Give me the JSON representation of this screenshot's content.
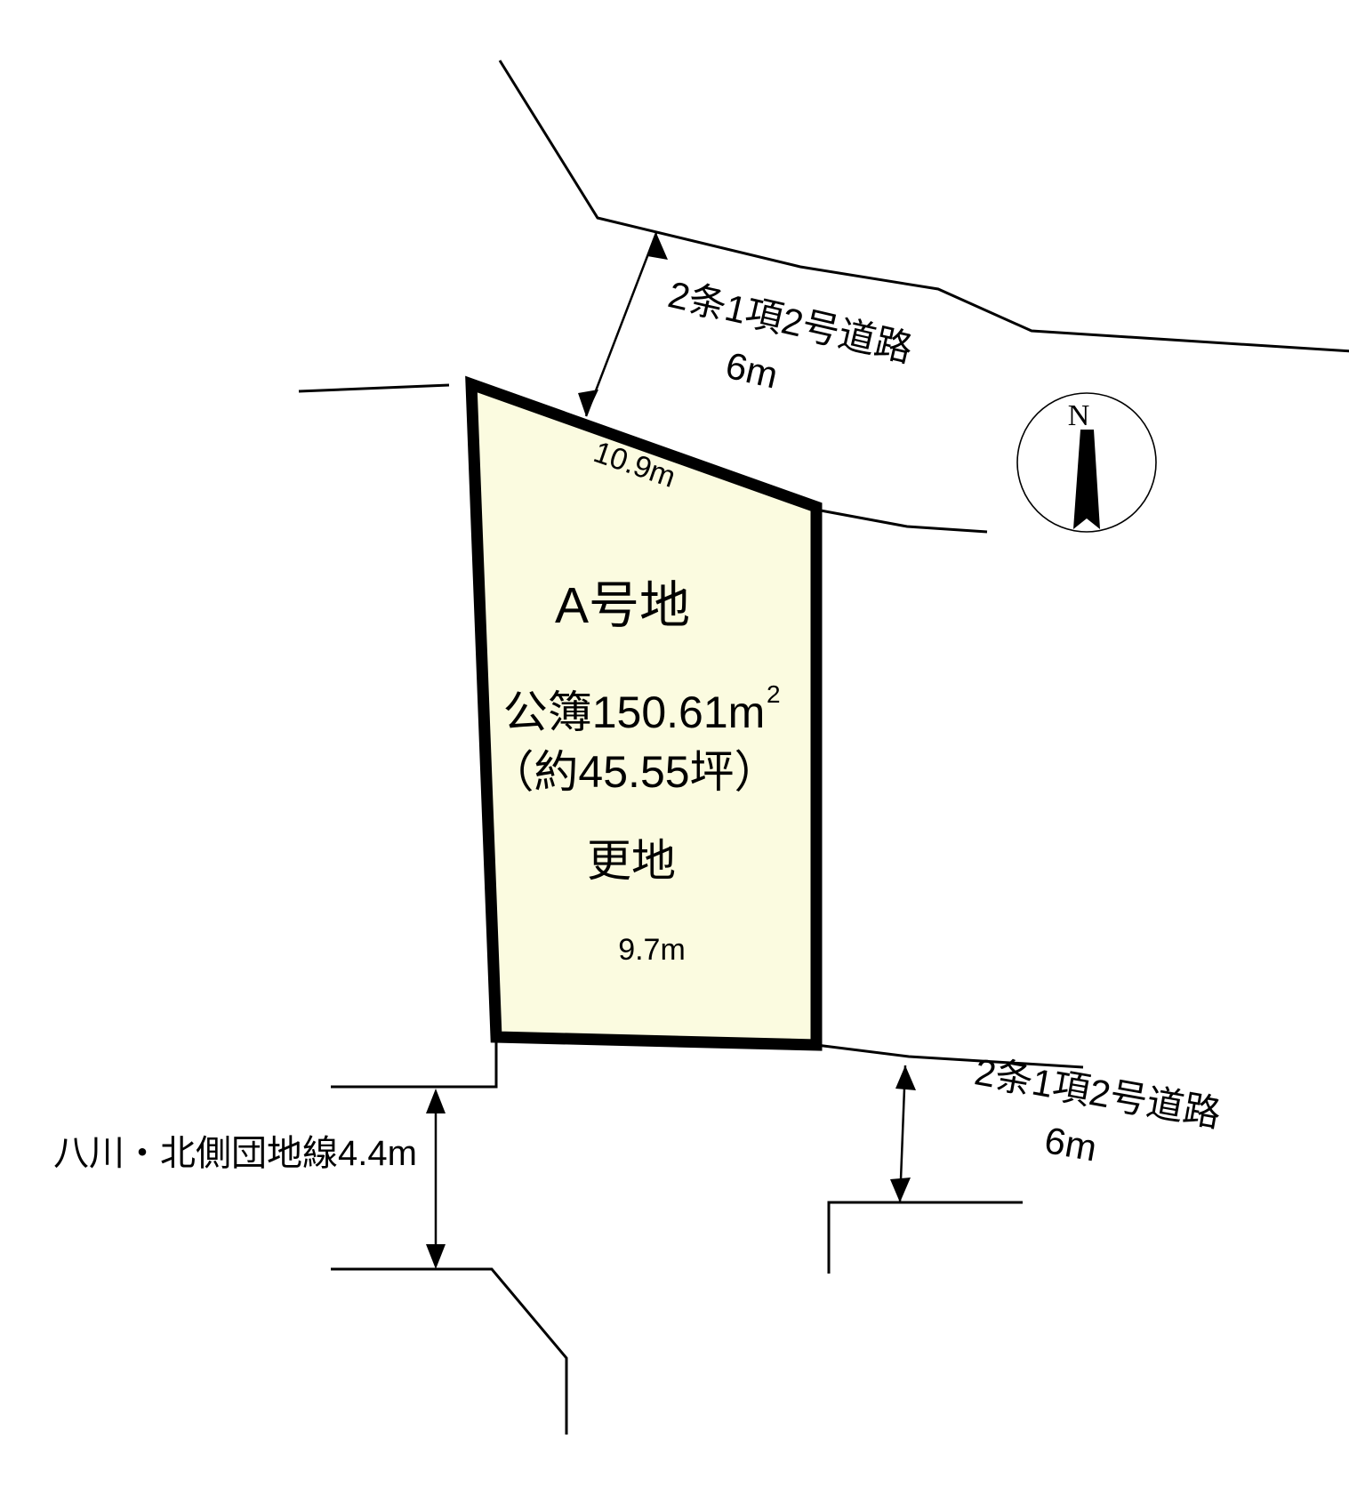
{
  "figure": {
    "type": "land-plot-survey-diagram",
    "background_color": "#ffffff",
    "line_color": "#000000",
    "parcel_fill_color": "#fbfbe0"
  },
  "parcel": {
    "name": "A号地",
    "area_label": "公簿150.61m",
    "area_superscript": "2",
    "tsubo_label": "（約45.55坪）",
    "condition": "更地",
    "edge_top_dimension": "10.9m",
    "edge_bottom_dimension": "9.7m"
  },
  "roads": {
    "north": {
      "name": "2条1項2号道路",
      "width": "6m"
    },
    "southeast": {
      "name": "2条1項2号道路",
      "width": "6m"
    },
    "southwest": {
      "label": "八川・北側団地線4.4m"
    }
  },
  "compass": {
    "north_label": "N",
    "icon": "compass-north-arrow"
  }
}
